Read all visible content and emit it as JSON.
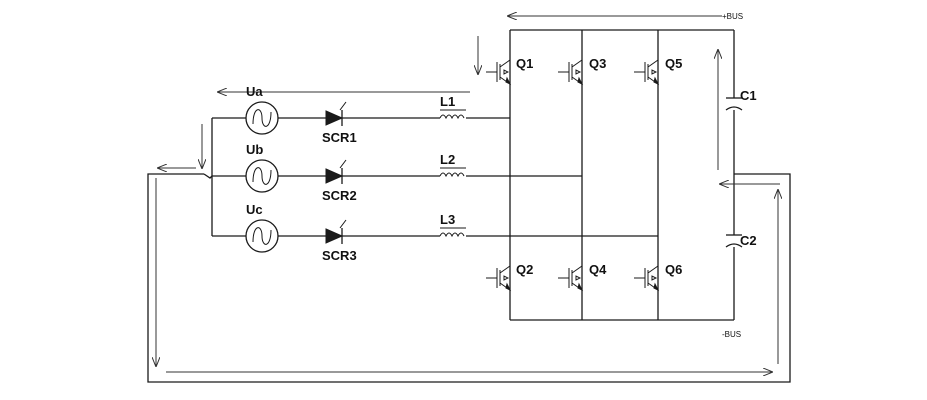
{
  "sources": [
    "Ua",
    "Ub",
    "Uc"
  ],
  "thyristors": [
    "SCR1",
    "SCR2",
    "SCR3"
  ],
  "inductors": [
    "L1",
    "L2",
    "L3"
  ],
  "switches_upper": [
    "Q1",
    "Q3",
    "Q5"
  ],
  "switches_lower": [
    "Q2",
    "Q4",
    "Q6"
  ],
  "capacitors": [
    "C1",
    "C2"
  ],
  "bus_positive": "+BUS",
  "bus_negative": "-BUS"
}
